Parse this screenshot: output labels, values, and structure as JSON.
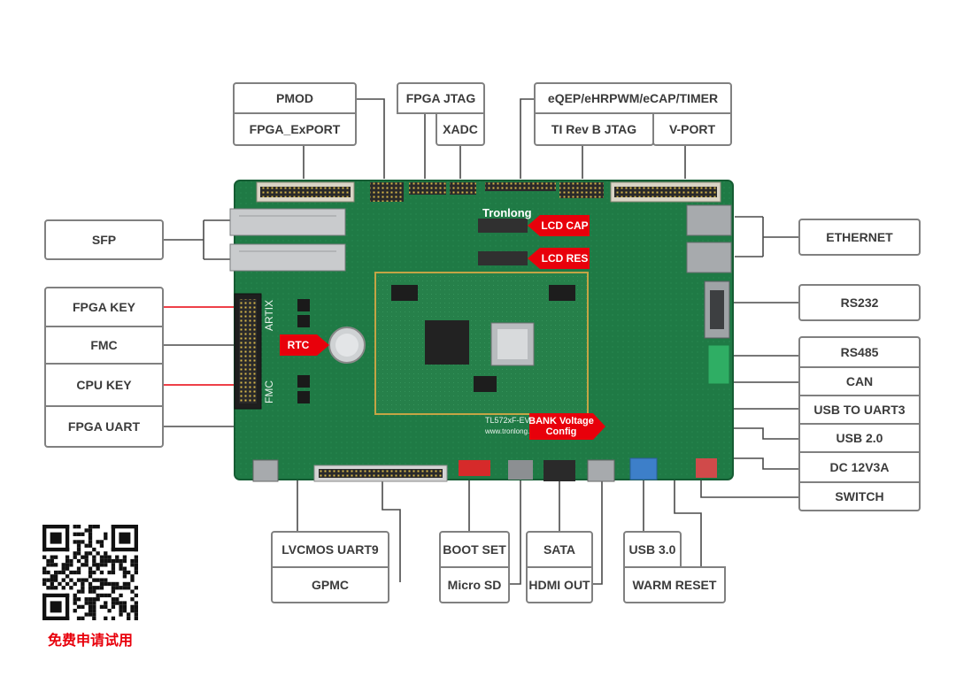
{
  "labels": {
    "pmod": "PMOD",
    "fpga_export": "FPGA_ExPORT",
    "fpga_jtag": "FPGA JTAG",
    "xadc": "XADC",
    "eqep": "eQEP/eHRPWM/eCAP/TIMER",
    "ti_jtag": "TI Rev B JTAG",
    "vport": "V-PORT",
    "sfp": "SFP",
    "fpga_key": "FPGA KEY",
    "fmc": "FMC",
    "cpu_key": "CPU KEY",
    "fpga_uart": "FPGA UART",
    "ethernet": "ETHERNET",
    "rs232": "RS232",
    "rs485": "RS485",
    "can": "CAN",
    "usb_uart3": "USB TO UART3",
    "usb20": "USB 2.0",
    "dc": "DC 12V3A",
    "switch": "SWITCH",
    "lvcmos": "LVCMOS UART9",
    "gpmc": "GPMC",
    "boot_set": "BOOT SET",
    "micro_sd": "Micro SD",
    "sata": "SATA",
    "hdmi_out": "HDMI OUT",
    "usb30": "USB 3.0",
    "warm_reset": "WARM RESET"
  },
  "callouts": {
    "lcd_cap": "LCD CAP",
    "lcd_res": "LCD RES",
    "rtc": "RTC",
    "bank_line1": "BANK Voltage",
    "bank_line2": "Config"
  },
  "board_text": {
    "brand": "Tronlong",
    "artix": "ARTIX",
    "fmc_silk": "FMC",
    "model": "TL572xF-EVM",
    "website": "www.tronlong.com"
  },
  "promo_text": "免费申请试用",
  "colors": {
    "pcb": "#1f7a45",
    "label_border": "#808080",
    "label_text": "#3b3b3b",
    "callout_red": "#e8000b",
    "connector_line": "#4a4a4a"
  }
}
